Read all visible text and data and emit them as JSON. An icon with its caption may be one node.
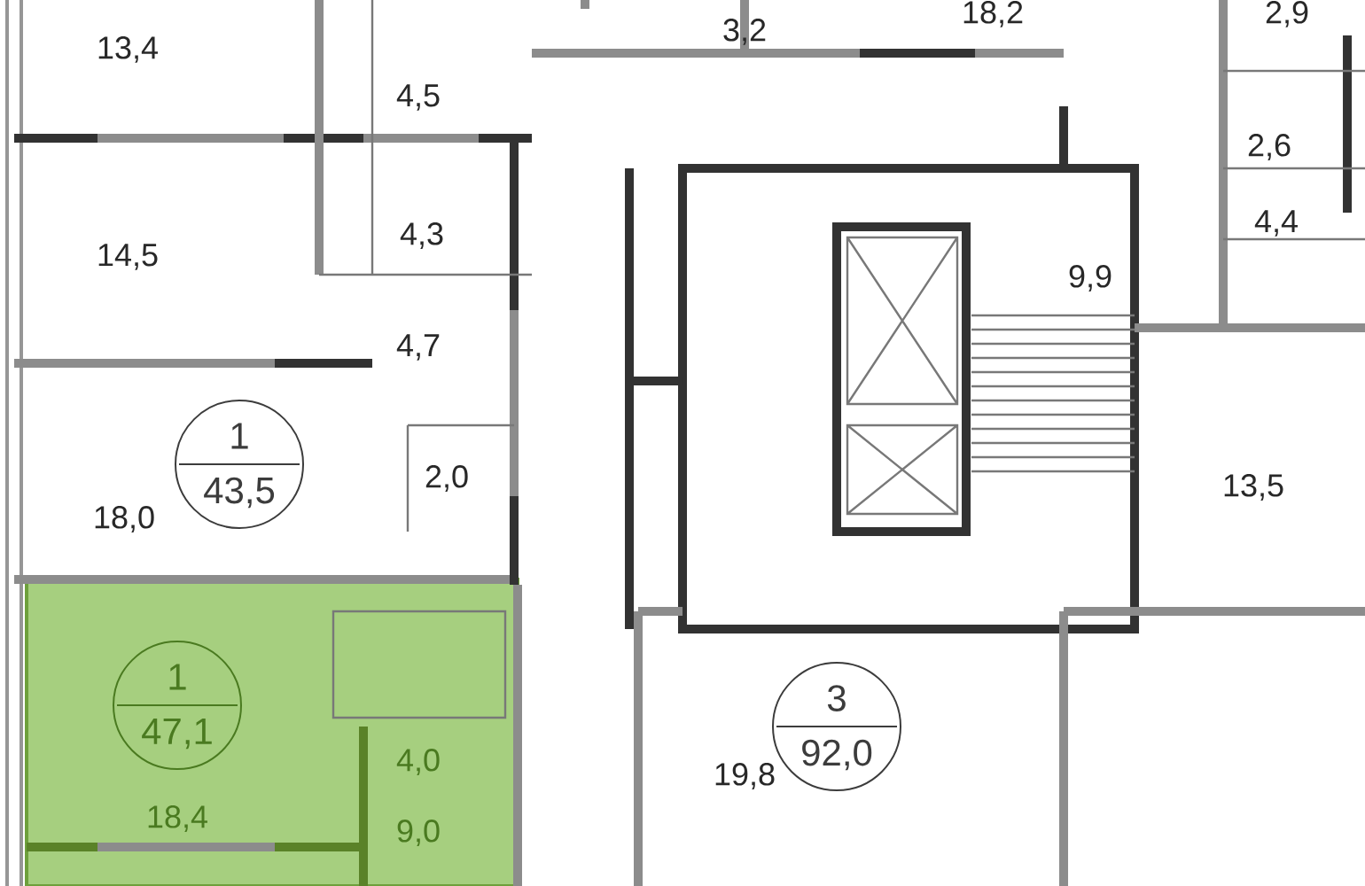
{
  "diagram": {
    "nodes": [
      {
        "text": [],
        "shape": "box"
      },
      {
        "text": [
          "1",
          "43,5"
        ]
      },
      {
        "text": [
          "1",
          "47,1"
        ],
        "in": 0
      },
      {
        "text": [
          "3",
          "92,0"
        ]
      }
    ],
    "labels": [
      "3,2",
      "18,2",
      "2,9",
      "13,4",
      "4,5",
      "2,6",
      "9,9",
      "14,5",
      "4,3",
      "4,4",
      "4,7",
      "18,0",
      "2,0",
      "13,5",
      "4,0",
      "18,4",
      "9,0",
      "19,8"
    ]
  }
}
